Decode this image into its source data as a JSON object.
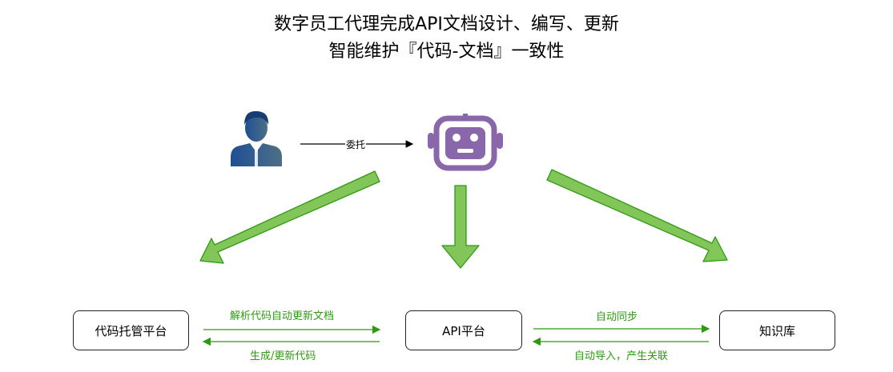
{
  "title": {
    "line1": "数字员工代理完成API文档设计、编写、更新",
    "line2": "智能维护『代码-文档』一致性"
  },
  "delegate_label": "委托",
  "nodes": {
    "code_platform": "代码托管平台",
    "api_platform": "API平台",
    "knowledge_base": "知识库"
  },
  "edges": {
    "parse_label": "解析代码自动更新文档",
    "generate_label": "生成/更新代码",
    "sync_label": "自动同步",
    "import_label": "自动导入，产生关联"
  },
  "colors": {
    "green_fill": "#82c65a",
    "green_stroke": "#2e9a12",
    "robot_purple": "#8a66ab",
    "user_blue": "#1f4f94"
  },
  "icons": [
    "user-icon",
    "robot-icon"
  ]
}
